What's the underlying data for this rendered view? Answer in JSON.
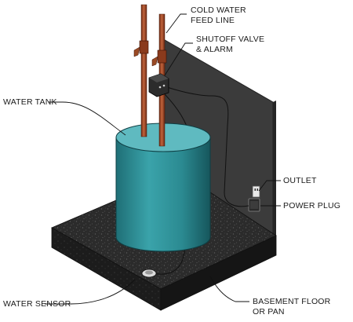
{
  "labels": {
    "cold_water_feed_line": "COLD WATER\nFEED LINE",
    "shutoff_valve_alarm": "SHUTOFF VALVE\n& ALARM",
    "water_tank": "WATER TANK",
    "outlet": "OUTLET",
    "power_plug": "POWER PLUG",
    "water_sensor": "WATER SENSOR",
    "basement_floor": "BASEMENT FLOOR\nOR PAN"
  },
  "colors": {
    "tank_body": "#2f8f96",
    "tank_top": "#55b4ba",
    "wall": "#3b3b3b",
    "floor_top": "#2b2b2b",
    "pipe": "#a44a2a",
    "leader_line": "#111111"
  }
}
